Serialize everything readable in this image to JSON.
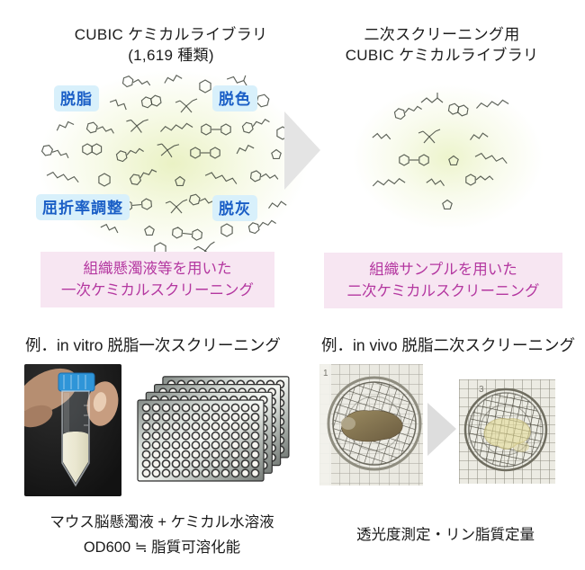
{
  "titles": {
    "left_line1": "CUBIC ケミカルライブラリ",
    "left_line2": "(1,619 種類)",
    "right_line1": "二次スクリーニング用",
    "right_line2": "CUBIC ケミカルライブラリ"
  },
  "cluster_labels": {
    "defatting": "脱脂",
    "decoloring": "脱色",
    "ri_adjustment": "屈折率調整",
    "decalcification": "脱灰"
  },
  "screening": {
    "primary_line1": "組織懸濁液等を用いた",
    "primary_line2": "一次ケミカルスクリーニング",
    "secondary_line1": "組織サンプルを用いた",
    "secondary_line2": "二次ケミカルスクリーニング"
  },
  "examples": {
    "invitro": "例．in vitro 脱脂一次スクリーニング",
    "invivo": "例．in vivo 脱脂二次スクリーニング"
  },
  "captions": {
    "suspension": "マウス脳懸濁液 + ケミカル水溶液",
    "od600": "OD600 ≒ 脂質可溶化能",
    "transmittance": "透光度測定・リン脂質定量"
  },
  "photo_marks": {
    "before": "1",
    "after": "3"
  },
  "colors": {
    "label_text": "#1a5ec6",
    "label_bg": "#d8f0fb",
    "screening_text": "#b437a0",
    "screening_bg": "#f7e6f2",
    "arrow_large": "#e4e4e4",
    "arrow_small": "#dddddd",
    "glow": "#edf3cf",
    "molecule_stroke": "#3f453c",
    "tube_cap": "#2f95d8",
    "tube_milk": "#eae7d0"
  },
  "molecules": {
    "left": [
      [
        150,
        92,
        "hexT",
        10
      ],
      [
        192,
        88,
        "chainS",
        -15
      ],
      [
        228,
        96,
        "hex",
        0
      ],
      [
        266,
        91,
        "chainT",
        20
      ],
      [
        132,
        116,
        "chainS",
        25
      ],
      [
        168,
        113,
        "hex2",
        -10
      ],
      [
        207,
        118,
        "branch",
        0
      ],
      [
        250,
        115,
        "chainS",
        10
      ],
      [
        292,
        112,
        "hex",
        15
      ],
      [
        72,
        140,
        "chainS",
        -20
      ],
      [
        110,
        144,
        "hexT",
        15
      ],
      [
        152,
        140,
        "branch",
        5
      ],
      [
        196,
        142,
        "chain",
        -8
      ],
      [
        240,
        144,
        "hexPair",
        0
      ],
      [
        283,
        140,
        "hexT",
        -15
      ],
      [
        314,
        148,
        "hex",
        0
      ],
      [
        60,
        170,
        "hexT",
        20
      ],
      [
        102,
        166,
        "hex2",
        0
      ],
      [
        143,
        172,
        "hexT",
        -12
      ],
      [
        186,
        167,
        "branch",
        8
      ],
      [
        228,
        170,
        "hexPair",
        0
      ],
      [
        272,
        166,
        "chainS",
        -18
      ],
      [
        307,
        172,
        "ring5",
        0
      ],
      [
        70,
        197,
        "chain",
        12
      ],
      [
        116,
        200,
        "hex",
        0
      ],
      [
        158,
        197,
        "hexT",
        -20
      ],
      [
        200,
        202,
        "ring5",
        0
      ],
      [
        246,
        198,
        "chain",
        15
      ],
      [
        292,
        197,
        "hexT",
        8
      ],
      [
        152,
        228,
        "hexPair",
        -5
      ],
      [
        196,
        230,
        "branch",
        0
      ],
      [
        224,
        224,
        "hexT",
        14
      ],
      [
        308,
        228,
        "chainS",
        -10
      ],
      [
        122,
        254,
        "chainS",
        18
      ],
      [
        166,
        257,
        "ring5",
        0
      ],
      [
        208,
        260,
        "hexPair",
        6
      ],
      [
        252,
        256,
        "hex",
        0
      ],
      [
        290,
        252,
        "hexT",
        -12
      ],
      [
        178,
        277,
        "hex",
        0
      ],
      [
        228,
        279,
        "branch",
        -10
      ]
    ],
    "right": [
      [
        482,
        112,
        "chainT",
        0
      ],
      [
        452,
        125,
        "hexT",
        -12
      ],
      [
        509,
        122,
        "hex2",
        10
      ],
      [
        547,
        116,
        "chain",
        -8
      ],
      [
        424,
        152,
        "chainS",
        5
      ],
      [
        477,
        152,
        "branch",
        0
      ],
      [
        532,
        152,
        "chainS",
        -10
      ],
      [
        460,
        178,
        "hexPair",
        0
      ],
      [
        504,
        179,
        "ring5",
        0
      ],
      [
        546,
        176,
        "chain",
        12
      ],
      [
        432,
        203,
        "chain",
        -6
      ],
      [
        484,
        203,
        "chainS",
        10
      ],
      [
        531,
        200,
        "hexT",
        0
      ],
      [
        497,
        228,
        "ring5",
        0
      ]
    ]
  }
}
